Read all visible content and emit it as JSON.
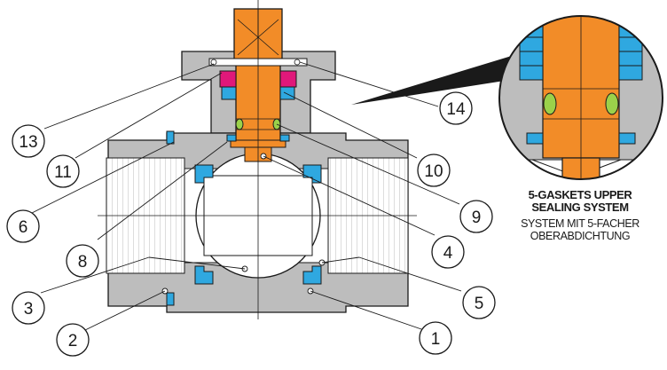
{
  "callouts": [
    {
      "id": "1",
      "label": "1"
    },
    {
      "id": "2",
      "label": "2"
    },
    {
      "id": "3",
      "label": "3"
    },
    {
      "id": "4",
      "label": "4"
    },
    {
      "id": "5",
      "label": "5"
    },
    {
      "id": "6",
      "label": "6"
    },
    {
      "id": "8",
      "label": "8"
    },
    {
      "id": "9",
      "label": "9"
    },
    {
      "id": "10",
      "label": "10"
    },
    {
      "id": "11",
      "label": "11"
    },
    {
      "id": "13",
      "label": "13"
    },
    {
      "id": "14",
      "label": "14"
    }
  ],
  "caption": {
    "line1": "5-GASKETS UPPER",
    "line2": "SEALING SYSTEM",
    "line3": "SYSTEM MIT 5-FACHER",
    "line4": "OBERABDICHTUNG"
  },
  "colors": {
    "body": "#bdbdbd",
    "stem": "#f28c28",
    "seat": "#2fa8e0",
    "gasket": "#e0187a",
    "oring": "#9bd14a",
    "outline": "#1a1a1a"
  }
}
